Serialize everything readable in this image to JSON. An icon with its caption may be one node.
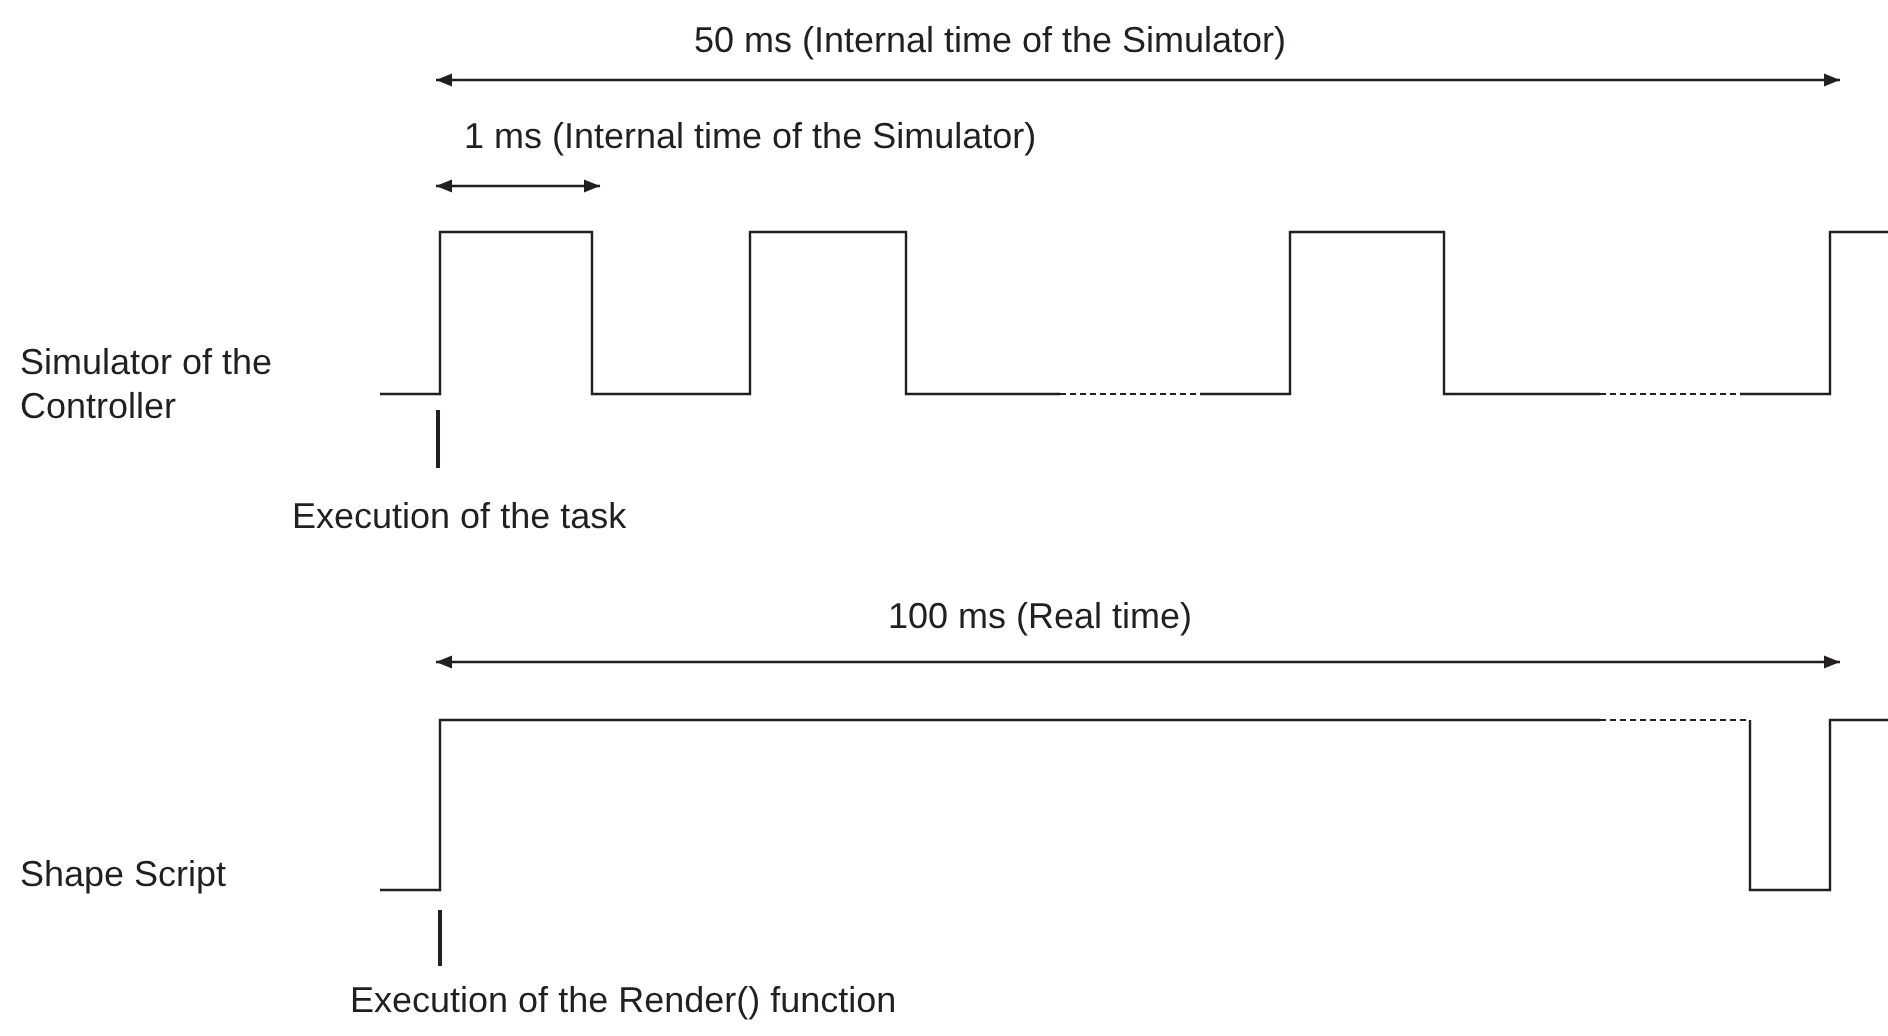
{
  "diagram": {
    "labels": [
      "50 ms (Internal time of the Simulator)",
      "1 ms (Internal time of the Simulator)",
      "Simulator of the Controller",
      "Execution of the task",
      "100 ms (Real time)",
      "Shape Script",
      "Execution of the Render() function"
    ]
  }
}
